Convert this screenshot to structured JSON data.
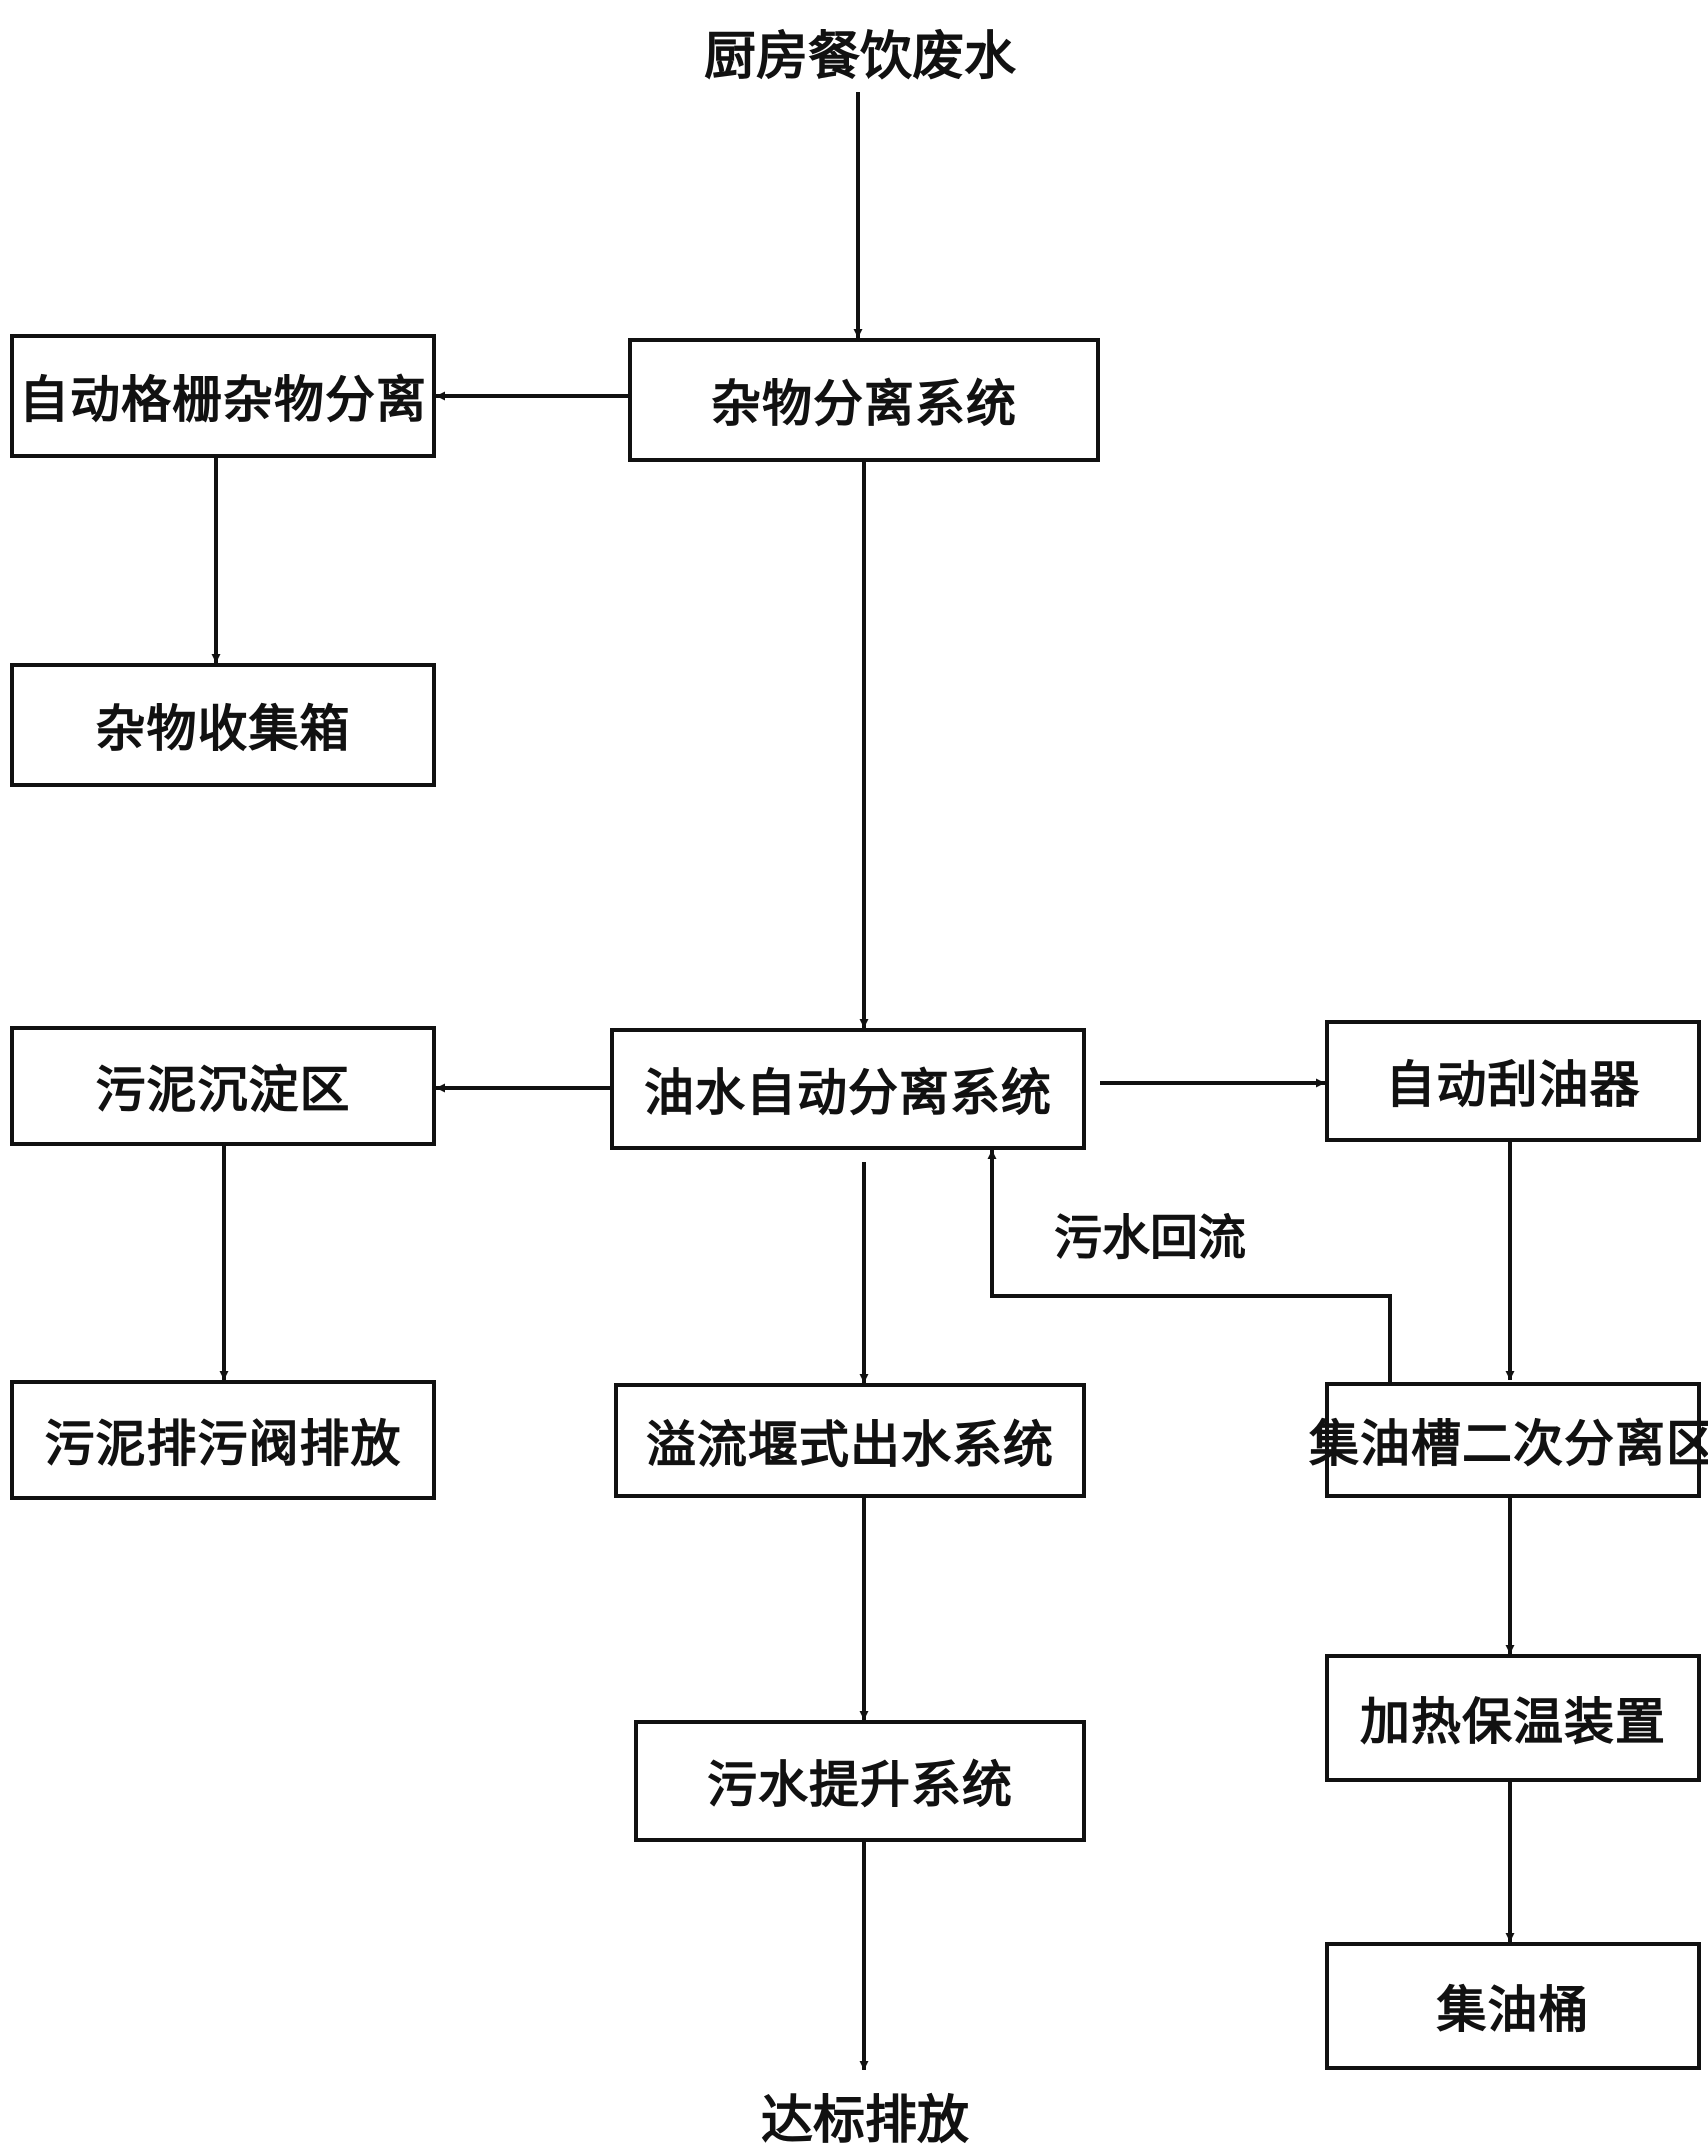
{
  "diagram": {
    "input_label": "厨房餐饮废水",
    "output_label": "达标排放",
    "recirculation_label": "污水回流",
    "nodes": {
      "debris_separation_system": "杂物分离系统",
      "auto_grille_debris_separation": "自动格栅杂物分离",
      "debris_collection_bin": "杂物收集箱",
      "oil_water_auto_separation_system": "油水自动分离系统",
      "sludge_settling_zone": "污泥沉淀区",
      "sludge_discharge_valve": "污泥排污阀排放",
      "auto_oil_skimmer": "自动刮油器",
      "overflow_weir_outlet_system": "溢流堰式出水系统",
      "oil_collection_secondary_separation_zone": "集油槽二次分离区",
      "sewage_lift_system": "污水提升系统",
      "heating_insulation_device": "加热保温装置",
      "oil_collection_tank": "集油桶"
    },
    "colors": {
      "stroke": "#111111",
      "background": "#ffffff"
    }
  }
}
